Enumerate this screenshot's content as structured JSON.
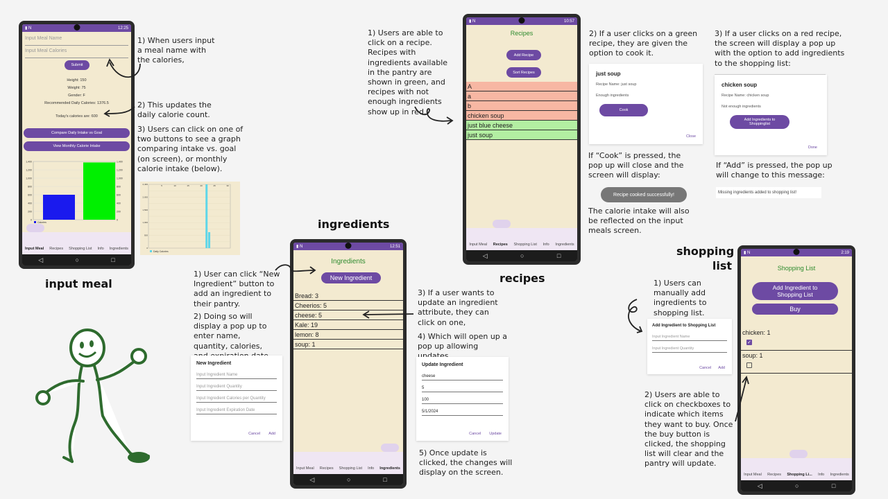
{
  "headings": {
    "input_meal": "input meal",
    "ingredients": "ingredients",
    "recipes": "recipes",
    "shopping": "shopping list"
  },
  "notes": {
    "im1": "1) When users input a meal name with the calories,",
    "im2": "2) This updates the daily calorie count.",
    "im3": "3) Users can click on one of two buttons to see a graph comparing intake vs. goal (on screen), or monthly calorie intake (below).",
    "rec1": "1) Users are able to click on a recipe. Recipes with ingredients available in the pantry are shown in green, and recipes with not enough ingredients show up in red.",
    "rec2": "2) If a user clicks on a green recipe, they are given the option to cook it.",
    "rec3": "3) If a user clicks on a red recipe, the screen will display a pop up with the option to add ingredients to the shopping list:",
    "rec4": "If “Cook” is pressed, the pop up will close and the screen will display:",
    "rec5": "The calorie intake will also be reflected on the input meals screen.",
    "rec6": "If “Add” is pressed, the pop up will change to this message:",
    "ing1": "1) User can click “New Ingredient” button to add an ingredient to their pantry.",
    "ing2": "2) Doing so will display a pop up to enter name, quantity, calories, and expiration date.",
    "ing3": "3) If a user wants to update an ingredient attribute, they can click on one,",
    "ing4": "4) Which will open up a pop up allowing updates.",
    "ing5": "5) Once update is clicked, the changes will display on the screen.",
    "sh1": "1) Users can manually add ingredients to shopping list.",
    "sh2": "2) Users are able to click on checkboxes to indicate which items they want to buy. Once the buy button is clicked, the shopping list will clear and the pantry will update."
  },
  "phone_input": {
    "time": "12:25",
    "meal_name_placeholder": "Input Meal Name",
    "meal_cal_placeholder": "Input Meal Calories",
    "submit": "Submit",
    "height": "Height: 150",
    "weight": "Weight: 75",
    "gender": "Gender: F",
    "recommended": "Recommended Daily Calories: 1376.5",
    "today": "Today's calories are: 600",
    "btn_compare": "Compare Daily Intake vs Goal",
    "btn_monthly": "View Monthly Calorie Intake",
    "legend": "Calories"
  },
  "chart_data": [
    {
      "type": "bar",
      "categories": [
        "Calories",
        "Goal"
      ],
      "values": [
        600,
        1376.5
      ],
      "colors": [
        "#1a1aee",
        "#00f000"
      ],
      "ylim": [
        0,
        1400
      ],
      "y_ticks": [
        "0",
        "200",
        "400",
        "600",
        "800",
        "1,000",
        "1,200",
        "1,400"
      ],
      "legend": "Calories"
    },
    {
      "type": "bar",
      "x": [
        22,
        23
      ],
      "values": [
        2400,
        600
      ],
      "ylim": [
        0,
        2400
      ],
      "x_ticks": [
        "5",
        "10",
        "15",
        "20",
        "25",
        "30"
      ],
      "y_ticks": [
        "0",
        "250",
        "500",
        "750",
        "1,000",
        "1,250",
        "1,500",
        "1,750",
        "2,000",
        "2,250",
        "2,400"
      ],
      "legend": "Daily Calories",
      "color": "#5fd6e8"
    }
  ],
  "bottom_nav": [
    "Input Meal",
    "Recipes",
    "Shopping List",
    "Info",
    "Ingredients"
  ],
  "bottom_nav_short": [
    "Input Meal",
    "Recipes",
    "Shopping Li...",
    "Info",
    "Ingredients"
  ],
  "phone_recipes": {
    "time": "10:57",
    "title": "Recipes",
    "add": "Add Recipe",
    "sort": "Sort Recipes",
    "items": [
      {
        "label": "A",
        "status": "red"
      },
      {
        "label": "a",
        "status": "red"
      },
      {
        "label": "b",
        "status": "red"
      },
      {
        "label": "chicken soup",
        "status": "red"
      },
      {
        "label": "just blue cheese",
        "status": "green"
      },
      {
        "label": "just soup",
        "status": "green"
      }
    ]
  },
  "dialog_cook": {
    "title": "just soup",
    "name": "Recipe Name: just soup",
    "status": "Enough ingredients",
    "cook": "Cook",
    "close": "Close"
  },
  "dialog_add": {
    "title": "chicken soup",
    "name": "Recipe Name: chicken soup",
    "status": "Not enough ingredients",
    "add": "Add Ingredients to Shoppinglist",
    "done": "Done"
  },
  "toast": "Recipe cooked successfully!",
  "missing_msg": "Missing ingredients added to shopping list!",
  "phone_ingredients": {
    "time": "12:51",
    "title": "Ingredients",
    "new_btn": "New Ingredient",
    "items": [
      "Bread: 3",
      "Cheerios: 5",
      "cheese: 5",
      "Kale: 19",
      "lemon: 8",
      "soup: 1"
    ]
  },
  "dialog_new_ing": {
    "title": "New Ingredient",
    "f1": "Input Ingredient Name",
    "f2": "Input Ingredient Quantity",
    "f3": "Input Ingredient Calories per Quantity",
    "f4": "Input Ingredient Expiration Date",
    "cancel": "Cancel",
    "add": "Add"
  },
  "dialog_update": {
    "title": "Update Ingredient",
    "v1": "cheese",
    "v2": "5",
    "v3": "100",
    "v4": "5/1/2024",
    "cancel": "Cancel",
    "update": "Update"
  },
  "phone_shopping": {
    "time": "2:19",
    "title": "Shopping List",
    "add_btn": "Add Ingredient to Shopping List",
    "buy": "Buy",
    "items": [
      {
        "label": "chicken: 1",
        "checked": true
      },
      {
        "label": "soup: 1",
        "checked": false
      }
    ]
  },
  "dialog_shop": {
    "title": "Add Ingredient to Shopping List",
    "f1": "Input Ingredient Name",
    "f2": "Input Ingredient Quantity",
    "cancel": "Cancel",
    "add": "Add"
  },
  "colors": {
    "purple": "#6d4aa3",
    "screen_bg": "#f3ead0",
    "red_row": "#f7b7a3",
    "green_row": "#b3eea2",
    "green_title": "#2e8b2e"
  }
}
